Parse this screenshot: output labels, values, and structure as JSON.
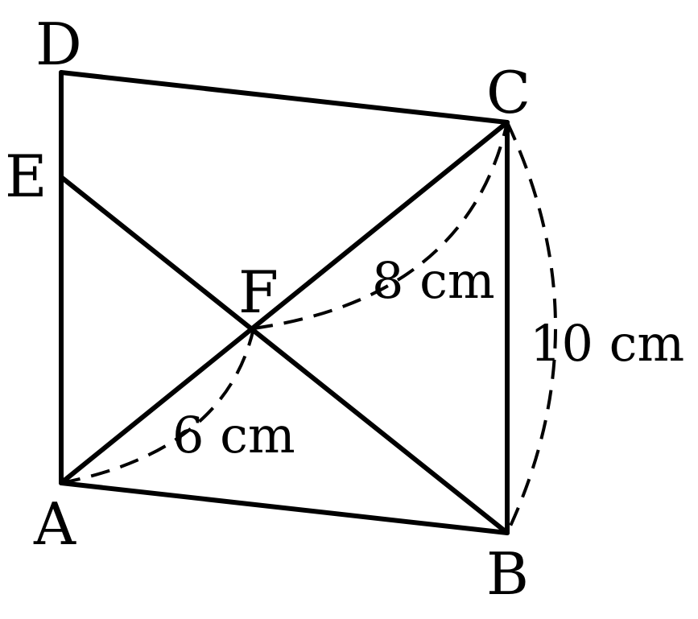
{
  "points": {
    "A": "A",
    "B": "B",
    "C": "C",
    "D": "D",
    "E": "E",
    "F": "F"
  },
  "lengths": {
    "AF": "6 cm",
    "FC": "8 cm",
    "BC": "10 cm"
  }
}
